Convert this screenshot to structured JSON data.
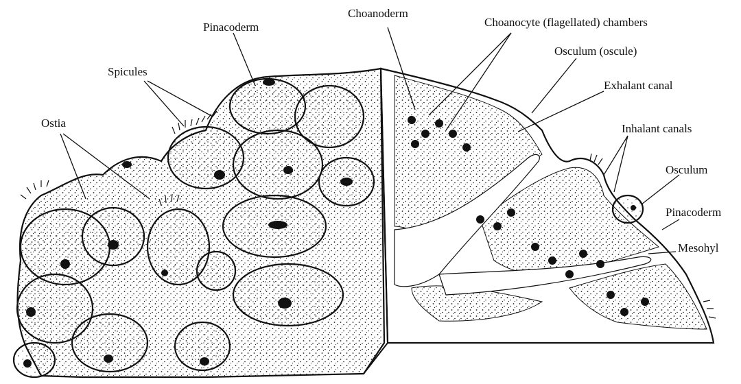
{
  "labels": {
    "pinacoderm_top": "Pinacoderm",
    "choanoderm": "Choanoderm",
    "choanocyte_chambers": "Choanocyte (flagellated) chambers",
    "spicules": "Spicules",
    "osculum_oscule": "Osculum (oscule)",
    "exhalant_canal": "Exhalant canal",
    "ostia": "Ostia",
    "inhalant_canals": "Inhalant canals",
    "osculum": "Osculum",
    "pinacoderm_right": "Pinacoderm",
    "mesohyl": "Mesohyl"
  },
  "colors": {
    "ink": "#111111",
    "paper": "#ffffff",
    "stipple": "#1a1a1a"
  }
}
